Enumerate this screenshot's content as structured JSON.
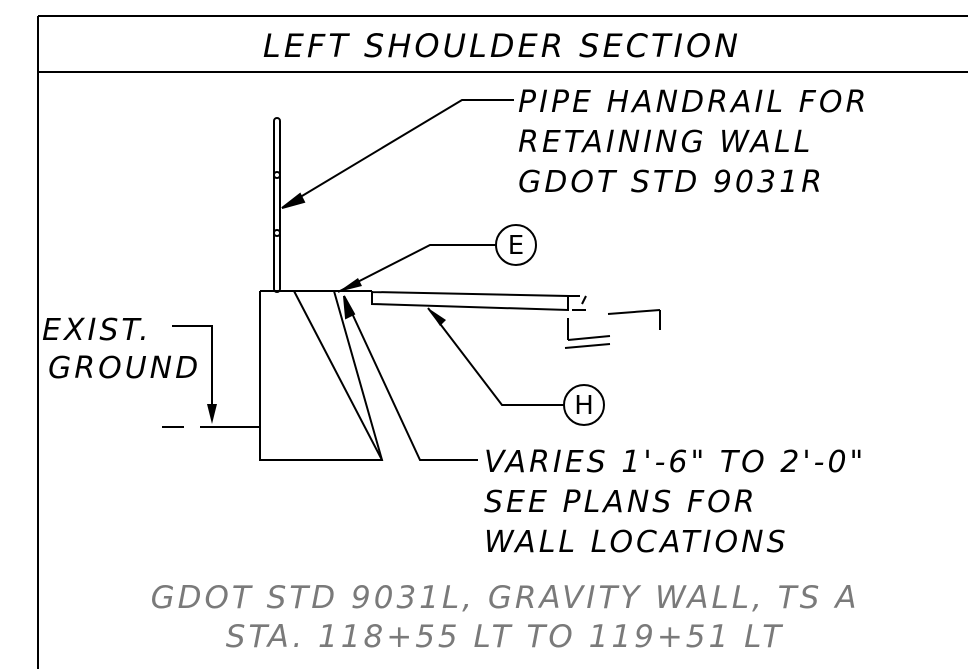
{
  "title": "LEFT SHOULDER SECTION",
  "callouts": {
    "handrail": [
      "PIPE HANDRAIL FOR",
      "RETAINING WALL",
      "GDOT STD 9031R"
    ],
    "exist_ground": [
      "EXIST.",
      "GROUND"
    ],
    "varies": [
      "VARIES 1'-6\" TO 2'-0\"",
      "SEE PLANS FOR",
      "WALL LOCATIONS"
    ]
  },
  "bubbles": {
    "e": "E",
    "h": "H"
  },
  "footer": [
    "GDOT STD 9031L, GRAVITY WALL, TS A",
    "STA. 118+55 LT TO 119+51 LT"
  ]
}
